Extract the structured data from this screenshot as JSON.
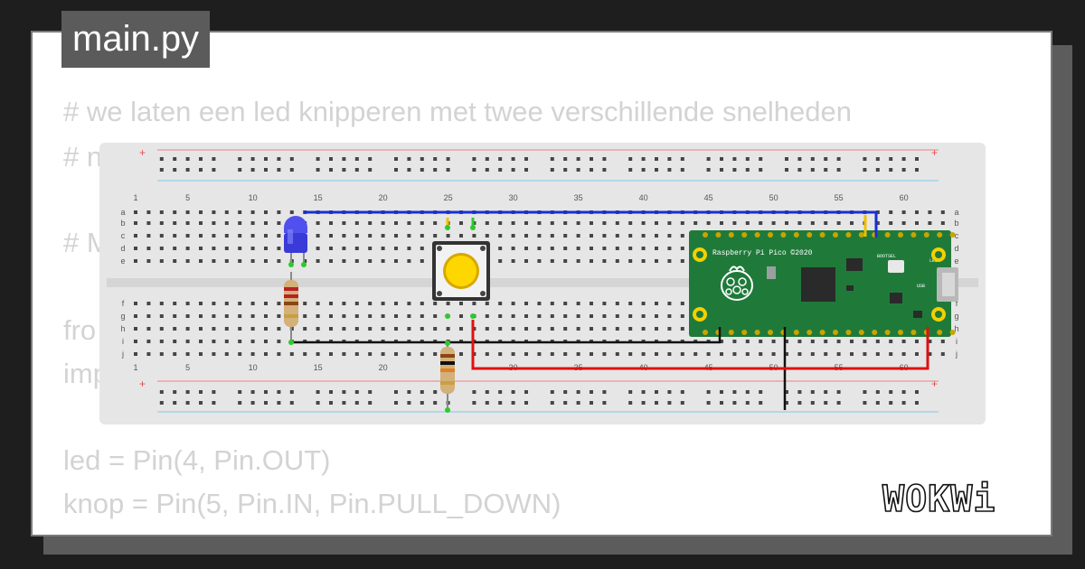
{
  "file_tab": {
    "label": "main.py"
  },
  "code": {
    "lines": [
      "# we laten een led knipperen met twee verschillende snelheden",
      "# n",
      "# M",
      "fro",
      "imp",
      "led = Pin(4, Pin.OUT)",
      "knop = Pin(5, Pin.IN, Pin.PULL_DOWN)"
    ]
  },
  "breadboard": {
    "column_numbers": [
      "1",
      "5",
      "10",
      "15",
      "20",
      "25",
      "30",
      "35",
      "40",
      "45",
      "50",
      "55",
      "60"
    ],
    "row_letters_top": [
      "a",
      "b",
      "c",
      "d",
      "e"
    ],
    "row_letters_bottom": [
      "f",
      "g",
      "h",
      "i",
      "j"
    ],
    "rail_plus": "+"
  },
  "pico": {
    "title": "Raspberry Pi Pico ©2020",
    "bootsel_label": "BOOTSEL",
    "led_label": "LED",
    "usb_label": "USB"
  },
  "logo": {
    "text": "WOKWi"
  },
  "colors": {
    "card_background": "#ffffff",
    "code_text": "#d3d3d3",
    "tab_background": "#5b5b5b",
    "breadboard": "#e6e6e6",
    "pico_board": "#1f7a3a",
    "wire_blue": "#1a2fd0",
    "wire_red": "#e01010",
    "wire_black": "#111111",
    "led_blue": "#3a3ad8",
    "button_yellow": "#ffd700"
  }
}
